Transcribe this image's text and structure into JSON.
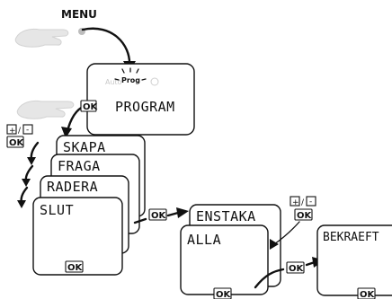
{
  "menu_label": "MENU",
  "main_screen": {
    "indicator": "Prog",
    "auto_label": "Auto",
    "title": "PROGRAM"
  },
  "ok_label": "OK",
  "plus_minus": {
    "plus": "+",
    "slash": "/",
    "minus": "-"
  },
  "submenu": [
    "SKAPA",
    "FRAGA",
    "RADERA",
    "SLUT"
  ],
  "sub_options": [
    "ENSTAKA",
    "ALLA"
  ],
  "confirm": "BEKRAEFT"
}
